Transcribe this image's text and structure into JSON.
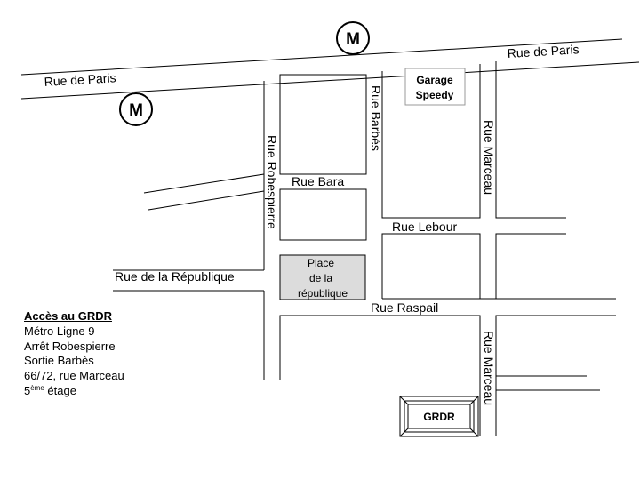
{
  "streets": {
    "paris_left": "Rue de Paris",
    "paris_right": "Rue de Paris",
    "robespierre": "Rue Robespierre",
    "barbes": "Rue Barbès",
    "marceau_top": "Rue Marceau",
    "marceau_bottom": "Rue Marceau",
    "bara": "Rue Bara",
    "lebour": "Rue Lebour",
    "republique": "Rue de la République",
    "raspail": "Rue Raspail"
  },
  "metro": {
    "symbol": "M",
    "icon": "metro-icon"
  },
  "landmarks": {
    "garage_line1": "Garage",
    "garage_line2": "Speedy",
    "place_line1": "Place",
    "place_line2": "de la",
    "place_line3": "république",
    "grdr": "GRDR"
  },
  "access": {
    "title": "Accès au GRDR",
    "line1": "Métro Ligne 9",
    "line2": "Arrêt Robespierre",
    "line3": "Sortie Barbès",
    "line4": "66/72, rue Marceau",
    "line5_prefix": "5",
    "line5_sup": "ème",
    "line5_suffix": " étage"
  },
  "colors": {
    "line": "#000000",
    "place_fill": "#dcdcdc",
    "background": "#ffffff"
  }
}
